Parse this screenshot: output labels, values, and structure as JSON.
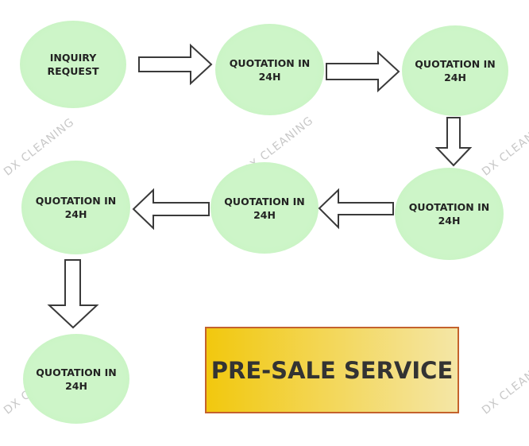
{
  "colors": {
    "node_fill": "#cdf5c8",
    "node_fill_edge": "#c4f3bf",
    "arrow_stroke": "#3a3a3a",
    "arrow_fill": "#ffffff",
    "banner_gradient_start": "#f2c80e",
    "banner_gradient_end": "#f4e6a6",
    "banner_border": "#c4622c",
    "banner_text": "#333333",
    "watermark": "#c8c8c8"
  },
  "watermark": {
    "text": "DX CLEANING"
  },
  "flow": {
    "nodes": [
      {
        "id": "n1",
        "label": "INQUIRY\nREQUEST"
      },
      {
        "id": "n2",
        "label": "QUOTATION IN\n24H"
      },
      {
        "id": "n3",
        "label": "QUOTATION IN\n24H"
      },
      {
        "id": "n4",
        "label": "QUOTATION IN\n24H"
      },
      {
        "id": "n5",
        "label": "QUOTATION IN\n24H"
      },
      {
        "id": "n6",
        "label": "QUOTATION IN\n24H"
      },
      {
        "id": "n7",
        "label": "QUOTATION IN\n24H"
      }
    ],
    "edges": [
      {
        "from": "n1",
        "to": "n2",
        "direction": "right"
      },
      {
        "from": "n2",
        "to": "n3",
        "direction": "right"
      },
      {
        "from": "n3",
        "to": "n4",
        "direction": "down"
      },
      {
        "from": "n4",
        "to": "n5",
        "direction": "left"
      },
      {
        "from": "n5",
        "to": "n6",
        "direction": "left"
      },
      {
        "from": "n6",
        "to": "n7",
        "direction": "down"
      }
    ]
  },
  "banner": {
    "label": "PRE-SALE SERVICE"
  }
}
